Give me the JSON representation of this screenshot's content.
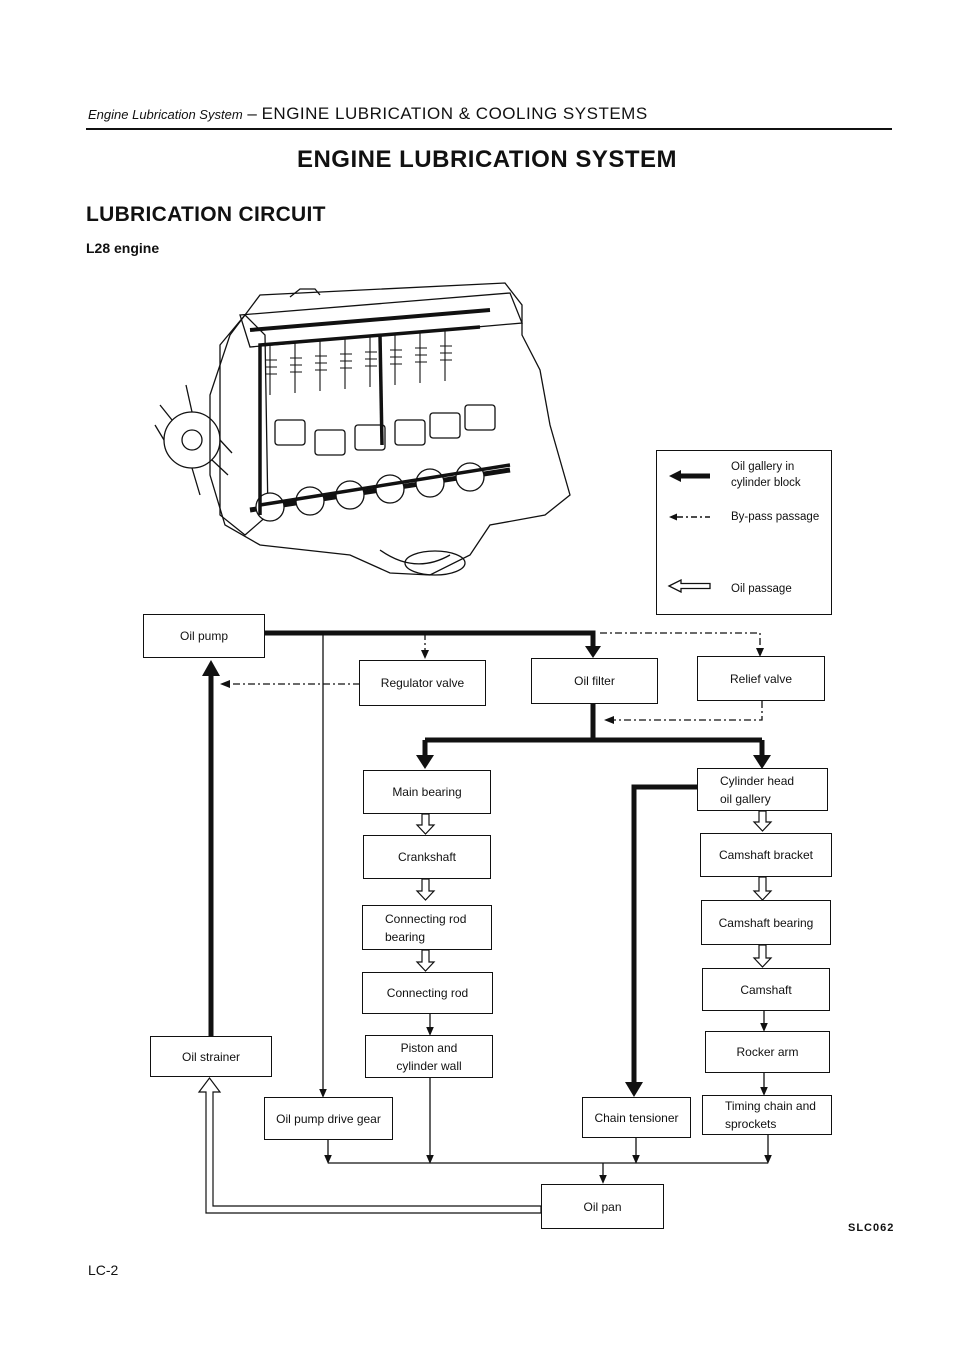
{
  "header": {
    "section": "Engine Lubrication System",
    "dash": "–",
    "chapter": "ENGINE LUBRICATION & COOLING SYSTEMS"
  },
  "title": "ENGINE LUBRICATION SYSTEM",
  "subtitle": "LUBRICATION CIRCUIT",
  "engine_label": "L28 engine",
  "legend": {
    "gallery": "Oil gallery in cylinder block",
    "gallery_l1": "Oil gallery in",
    "gallery_l2": "cylinder block",
    "bypass": "By-pass passage",
    "passage": "Oil passage"
  },
  "boxes": {
    "oil_pump": "Oil pump",
    "regulator_valve": "Regulator valve",
    "oil_filter": "Oil filter",
    "relief_valve": "Relief valve",
    "main_bearing": "Main bearing",
    "crankshaft": "Crankshaft",
    "conrod_bearing_l1": "Connecting rod",
    "conrod_bearing_l2": "bearing",
    "connecting_rod": "Connecting rod",
    "piston_l1": "Piston and",
    "piston_l2": "cylinder wall",
    "cyl_head_l1": "Cylinder head",
    "cyl_head_l2": "oil gallery",
    "camshaft_bracket": "Camshaft bracket",
    "camshaft_bearing": "Camshaft bearing",
    "camshaft": "Camshaft",
    "rocker_arm": "Rocker arm",
    "timing_l1": "Timing chain and",
    "timing_l2": "sprockets",
    "oil_strainer": "Oil strainer",
    "oil_pump_drive_gear": "Oil pump drive gear",
    "chain_tensioner": "Chain tensioner",
    "oil_pan": "Oil pan"
  },
  "figure_code": "SLC062",
  "page_number": "LC-2"
}
